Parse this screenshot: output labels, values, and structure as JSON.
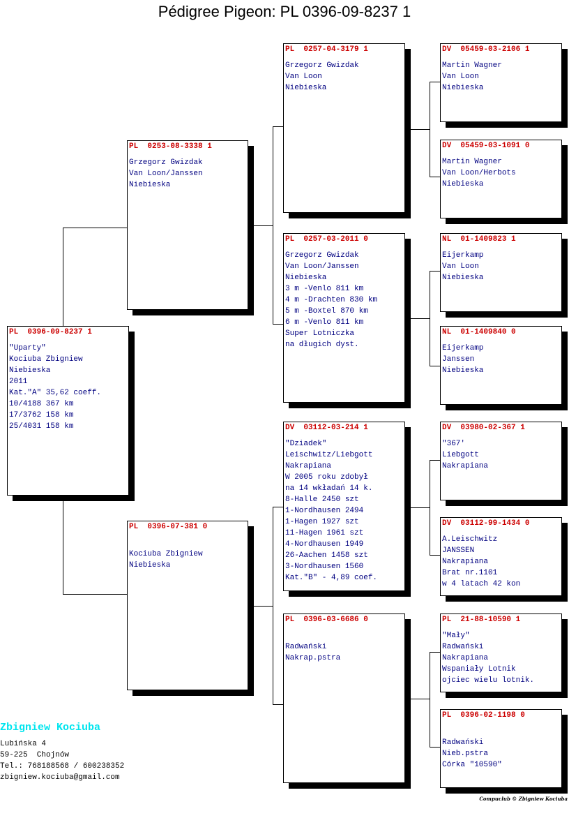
{
  "title": "Pédigree Pigeon: PL  0396-09-8237 1",
  "pigeons": [
    {
      "id": "subject",
      "ring": "PL  0396-09-8237 1",
      "lines": [
        "\"Uparty\"",
        "Kociuba Zbigniew",
        "Niebieska",
        "2011",
        "Kat.\"A\" 35,62 coeff.",
        "10/4188 367 km",
        "17/3762 158 km",
        "25/4031 158 km"
      ]
    },
    {
      "id": "father",
      "ring": "PL  0253-08-3338 1",
      "lines": [
        "Grzegorz Gwizdak",
        "Van Loon/Janssen",
        "Niebieska"
      ]
    },
    {
      "id": "mother",
      "ring": "PL  0396-07-381 0",
      "lines": [
        "",
        "Kociuba Zbigniew",
        "Niebieska"
      ]
    },
    {
      "id": "ff",
      "ring": "PL  0257-04-3179 1",
      "lines": [
        "Grzegorz Gwizdak",
        "Van Loon",
        "Niebieska"
      ]
    },
    {
      "id": "fm",
      "ring": "PL  0257-03-2011 0",
      "lines": [
        "Grzegorz Gwizdak",
        "Van Loon/Janssen",
        "Niebieska",
        "3 m -Venlo 811 km",
        "4 m -Drachten 830 km",
        "5 m -Boxtel 870 km",
        "6 m -Venlo 811 km",
        "Super Lotniczka",
        "na długich dyst."
      ]
    },
    {
      "id": "mf",
      "ring": "DV  03112-03-214 1",
      "lines": [
        "\"Dziadek\"",
        "Leischwitz/Liebgott",
        "Nakrapiana",
        "W 2005 roku zdobył",
        "na 14 wkładań 14 k.",
        "8-Halle 2450 szt",
        "1-Nordhausen 2494",
        "1-Hagen 1927 szt",
        "11-Hagen 1961 szt",
        "4-Nordhausen 1949",
        "26-Aachen 1458 szt",
        "3-Nordhausen 1560",
        "Kat.\"B\" - 4,89 coef."
      ]
    },
    {
      "id": "mm",
      "ring": "PL  0396-03-6686 0",
      "lines": [
        "",
        "Radwański",
        "Nakrap.pstra"
      ]
    },
    {
      "id": "fff",
      "ring": "DV  05459-03-2106 1",
      "lines": [
        "Martin Wagner",
        "Van Loon",
        "Niebieska"
      ]
    },
    {
      "id": "ffm",
      "ring": "DV  05459-03-1091 0",
      "lines": [
        "Martin Wagner",
        "Van Loon/Herbots",
        "Niebieska"
      ]
    },
    {
      "id": "fmf",
      "ring": "NL  01-1409823 1",
      "lines": [
        "Eijerkamp",
        "Van Loon",
        "Niebieska"
      ]
    },
    {
      "id": "fmm",
      "ring": "NL  01-1409840 0",
      "lines": [
        "Eijerkamp",
        "Janssen",
        "Niebieska"
      ]
    },
    {
      "id": "mff",
      "ring": "DV  03980-02-367 1",
      "lines": [
        "\"367'",
        "Liebgott",
        "Nakrapiana"
      ]
    },
    {
      "id": "mfm",
      "ring": "DV  03112-99-1434 0",
      "lines": [
        "A.Leischwitz",
        "JANSSEN",
        "Nakrapiana",
        "Brat nr.1101",
        "w 4 latach 42 kon"
      ]
    },
    {
      "id": "mmf",
      "ring": "PL  21-88-10590 1",
      "lines": [
        "\"Mały\"",
        "Radwański",
        "Nakrapiana",
        "Wspaniały Lotnik",
        "ojciec wielu lotnik."
      ]
    },
    {
      "id": "mmm",
      "ring": "PL  0396-02-1198 0",
      "lines": [
        "",
        "Radwański",
        "Nieb.pstra",
        "Córka \"10590\""
      ]
    }
  ],
  "footer": {
    "name": "Zbigniew Kociuba",
    "address": "Lubińska 4",
    "city": "59-225  Chojnów",
    "phone": "Tel.: 768188568 / 600238352",
    "email": "zbigniew.kociuba@gmail.com"
  },
  "credit": "Compuclub © Zbigniew Kociuba",
  "colors": {
    "ring": "#cc0000",
    "text": "#000080",
    "owner": "#00e5ee"
  }
}
